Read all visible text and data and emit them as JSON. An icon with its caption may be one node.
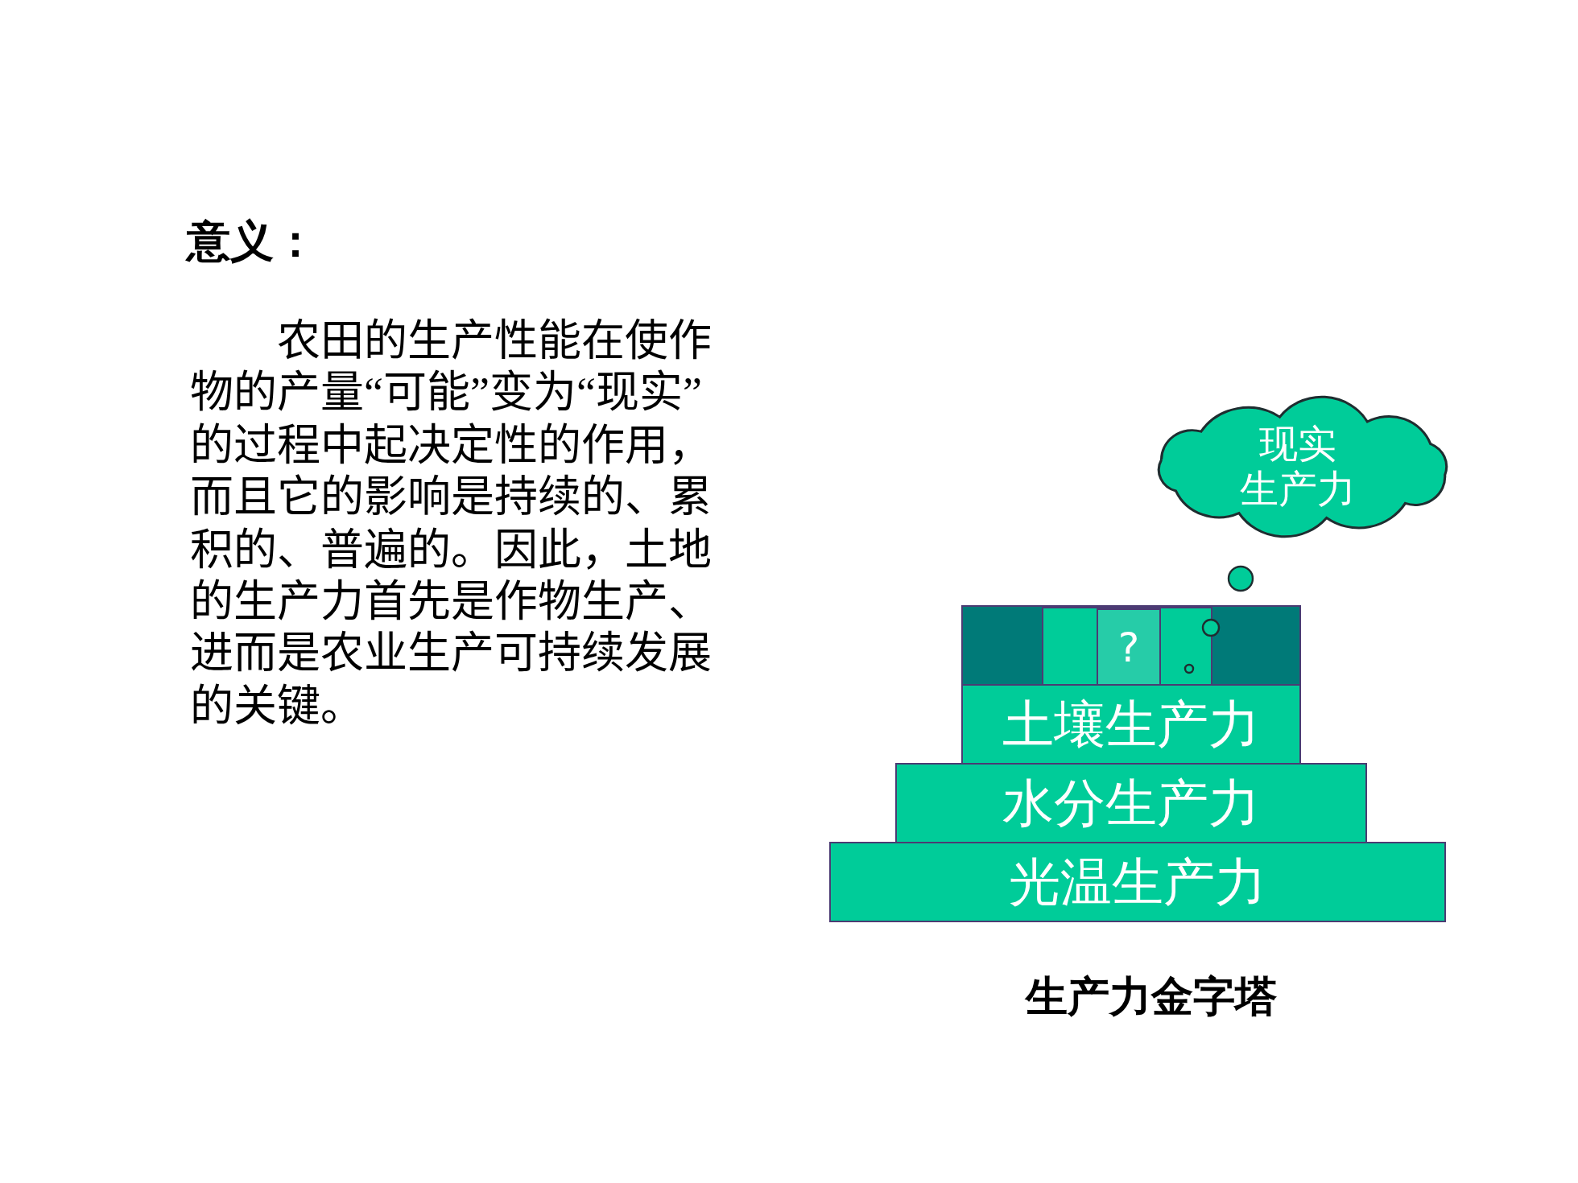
{
  "diagram": {
    "title": "意义：",
    "caption": "生产力金字塔",
    "nodes": [
      {
        "text": [
          "现实生产力"
        ]
      },
      {
        "text": [],
        "shape": "box"
      },
      {
        "text": [],
        "shape": "box",
        "in": 1
      },
      {
        "text": [
          "?"
        ],
        "in": 2
      },
      {
        "text": [
          "土壤生产力"
        ]
      },
      {
        "text": [
          "水分生产力"
        ]
      },
      {
        "text": [
          "光温生产力"
        ]
      }
    ],
    "labels": [
      "农田的生产性能在使作物的产量“可能”变为“现实”的过程中起决定性的作用，而且它的影响是持续的、累积的、普遍的。因此，土地的生产力首先是作物生产、进而是农业生产可持续发展的关键。"
    ]
  }
}
